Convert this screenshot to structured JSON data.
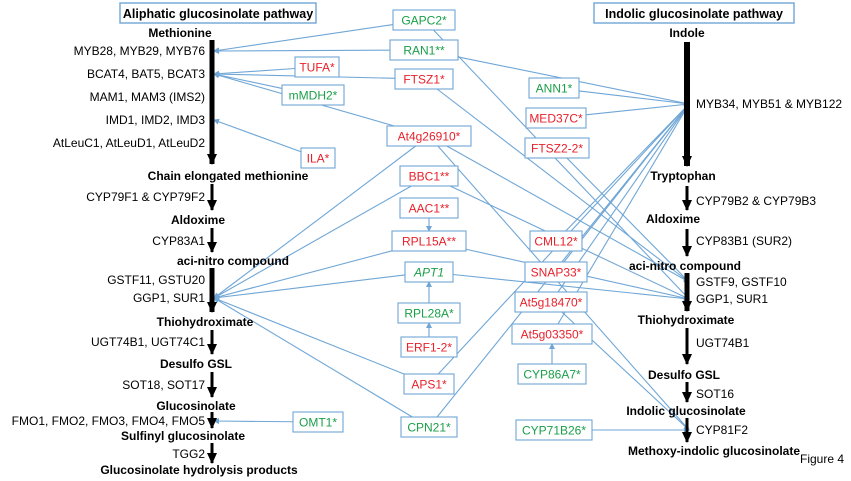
{
  "colors": {
    "line": "#6fa6d6",
    "pathway": "#000000",
    "gene_red": "#e8212b",
    "gene_green": "#1a9f48",
    "text": "#000000"
  },
  "figure_label": "Figure 4",
  "aliphatic": {
    "title": "Aliphatic glucosinolate pathway",
    "rows": [
      {
        "id": "methionine",
        "text": "Methionine",
        "bold": true
      },
      {
        "id": "myb",
        "text": "MYB28, MYB29, MYB76",
        "bold": false
      },
      {
        "id": "bcat",
        "text": "BCAT4, BAT5, BCAT3",
        "bold": false
      },
      {
        "id": "mam",
        "text": "MAM1, MAM3 (IMS2)",
        "bold": false
      },
      {
        "id": "imd",
        "text": "IMD1, IMD2, IMD3",
        "bold": false
      },
      {
        "id": "atleuc",
        "text": "AtLeuC1, AtLeuD1, AtLeuD2",
        "bold": false
      },
      {
        "id": "chain",
        "text": "Chain elongated methionine",
        "bold": true
      },
      {
        "id": "cyp79f",
        "text": "CYP79F1 & CYP79F2",
        "bold": false
      },
      {
        "id": "aldoxime",
        "text": "Aldoxime",
        "bold": true
      },
      {
        "id": "cyp83a1",
        "text": "CYP83A1",
        "bold": false
      },
      {
        "id": "acinitro",
        "text": "aci-nitro compound",
        "bold": true
      },
      {
        "id": "gstf11",
        "text": "GSTF11, GSTU20",
        "bold": false
      },
      {
        "id": "ggp1",
        "text": "GGP1, SUR1",
        "bold": false
      },
      {
        "id": "thiohydrox",
        "text": "Thiohydroximate",
        "bold": true
      },
      {
        "id": "ugt",
        "text": "UGT74B1, UGT74C1",
        "bold": false
      },
      {
        "id": "desulfo",
        "text": "Desulfo GSL",
        "bold": true
      },
      {
        "id": "sot",
        "text": "SOT18, SOT17",
        "bold": false
      },
      {
        "id": "glucosinolate",
        "text": "Glucosinolate",
        "bold": true
      },
      {
        "id": "fmo",
        "text": "FMO1, FMO2, FMO3, FMO4, FMO5",
        "bold": false
      },
      {
        "id": "sulfinyl",
        "text": "Sulfinyl glucosinolate",
        "bold": true
      },
      {
        "id": "tgg2",
        "text": "TGG2",
        "bold": false
      },
      {
        "id": "hydrolysis",
        "text": "Glucosinolate hydrolysis products",
        "bold": true
      }
    ]
  },
  "indolic": {
    "title": "Indolic glucosinolate pathway",
    "rows": [
      {
        "id": "indole",
        "text": "Indole",
        "bold": true
      },
      {
        "id": "myb34",
        "text": "MYB34, MYB51 & MYB122",
        "bold": false
      },
      {
        "id": "tryptophan",
        "text": "Tryptophan",
        "bold": true
      },
      {
        "id": "cyp79b",
        "text": "CYP79B2 & CYP79B3",
        "bold": false
      },
      {
        "id": "aldoxime",
        "text": "Aldoxime",
        "bold": true
      },
      {
        "id": "cyp83b1",
        "text": "CYP83B1 (SUR2)",
        "bold": false
      },
      {
        "id": "acinitro",
        "text": "aci-nitro compound",
        "bold": true
      },
      {
        "id": "gstf9",
        "text": "GSTF9, GSTF10",
        "bold": false
      },
      {
        "id": "ggp1",
        "text": "GGP1, SUR1",
        "bold": false
      },
      {
        "id": "thiohydrox",
        "text": "Thiohydroximate",
        "bold": true
      },
      {
        "id": "ugt74b1",
        "text": "UGT74B1",
        "bold": false
      },
      {
        "id": "desulfo",
        "text": "Desulfo GSL",
        "bold": true
      },
      {
        "id": "sot16",
        "text": "SOT16",
        "bold": false
      },
      {
        "id": "indolic_gsl",
        "text": "Indolic glucosinolate",
        "bold": true
      },
      {
        "id": "cyp81f2",
        "text": "CYP81F2",
        "bold": false
      },
      {
        "id": "methoxy",
        "text": "Methoxy-indolic glucosinolate",
        "bold": true
      }
    ]
  },
  "genes": [
    {
      "id": "gapc2",
      "label": "GAPC2*",
      "color": "green",
      "italic": false
    },
    {
      "id": "ran1",
      "label": "RAN1**",
      "color": "green",
      "italic": false
    },
    {
      "id": "tufa",
      "label": "TUFA*",
      "color": "red",
      "italic": false
    },
    {
      "id": "ftsz1",
      "label": "FTSZ1*",
      "color": "red",
      "italic": false
    },
    {
      "id": "mmdh2",
      "label": "mMDH2*",
      "color": "green",
      "italic": false
    },
    {
      "id": "ann1",
      "label": "ANN1*",
      "color": "green",
      "italic": false
    },
    {
      "id": "med37c",
      "label": "MED37C*",
      "color": "red",
      "italic": false
    },
    {
      "id": "at4g26910",
      "label": "At4g26910*",
      "color": "red",
      "italic": false
    },
    {
      "id": "ftsz22",
      "label": "FTSZ2-2*",
      "color": "red",
      "italic": false
    },
    {
      "id": "ila",
      "label": "ILA*",
      "color": "red",
      "italic": false
    },
    {
      "id": "bbc1",
      "label": "BBC1**",
      "color": "red",
      "italic": false
    },
    {
      "id": "aac1",
      "label": "AAC1**",
      "color": "red",
      "italic": false
    },
    {
      "id": "rpl15a",
      "label": "RPL15A**",
      "color": "red",
      "italic": false
    },
    {
      "id": "cml12",
      "label": "CML12*",
      "color": "red",
      "italic": false
    },
    {
      "id": "snap33",
      "label": "SNAP33*",
      "color": "red",
      "italic": false
    },
    {
      "id": "apt1",
      "label": "APT1",
      "color": "green",
      "italic": true
    },
    {
      "id": "at5g18470",
      "label": "At5g18470*",
      "color": "red",
      "italic": false
    },
    {
      "id": "rpl28a",
      "label": "RPL28A*",
      "color": "green",
      "italic": false
    },
    {
      "id": "at5g03350",
      "label": "At5g03350*",
      "color": "red",
      "italic": false
    },
    {
      "id": "erf12",
      "label": "ERF1-2*",
      "color": "red",
      "italic": false
    },
    {
      "id": "aps1",
      "label": "APS1*",
      "color": "red",
      "italic": false
    },
    {
      "id": "cyp86a7",
      "label": "CYP86A7*",
      "color": "green",
      "italic": false
    },
    {
      "id": "omt1",
      "label": "OMT1*",
      "color": "green",
      "italic": false
    },
    {
      "id": "cpn21",
      "label": "CPN21*",
      "color": "green",
      "italic": false
    },
    {
      "id": "cyp71b26",
      "label": "CYP71B26*",
      "color": "green",
      "italic": false
    }
  ],
  "links": [
    {
      "from": "gapc2",
      "to": "myb"
    },
    {
      "from": "gapc2",
      "to": "ggp1_i"
    },
    {
      "from": "ran1",
      "to": "myb"
    },
    {
      "from": "ran1",
      "to": "myb34"
    },
    {
      "from": "tufa",
      "to": "bcat"
    },
    {
      "from": "ftsz1",
      "to": "bcat"
    },
    {
      "from": "ftsz1",
      "to": "gstf9"
    },
    {
      "from": "mmdh2",
      "to": "bcat"
    },
    {
      "from": "ann1",
      "to": "myb34"
    },
    {
      "from": "at4g26910",
      "to": "bcat"
    },
    {
      "from": "at4g26910",
      "to": "ggp1_a"
    },
    {
      "from": "at4g26910",
      "to": "gstf9"
    },
    {
      "from": "at4g26910",
      "to": "cyp81f2"
    },
    {
      "from": "ila",
      "to": "imd"
    },
    {
      "from": "ftsz22",
      "to": "gstf9"
    },
    {
      "from": "bbc1",
      "to": "ggp1_a"
    },
    {
      "from": "bbc1",
      "to": "ggp1_i"
    },
    {
      "from": "aac1",
      "to": "rpl15a"
    },
    {
      "from": "rpl15a",
      "to": "ggp1_a"
    },
    {
      "from": "rpl15a",
      "to": "ggp1_i"
    },
    {
      "from": "cml12",
      "to": "myb34"
    },
    {
      "from": "snap33",
      "to": "myb34"
    },
    {
      "from": "apt1",
      "to": "ggp1_a"
    },
    {
      "from": "apt1",
      "to": "ggp1_i"
    },
    {
      "from": "rpl28a",
      "to": "apt1"
    },
    {
      "from": "erf12",
      "to": "rpl28a"
    },
    {
      "from": "at5g18470",
      "to": "myb34"
    },
    {
      "from": "at5g18470",
      "to": "cyp81f2"
    },
    {
      "from": "at5g03350",
      "to": "myb34"
    },
    {
      "from": "cyp86a7",
      "to": "at5g03350"
    },
    {
      "from": "aps1",
      "to": "ggp1_a"
    },
    {
      "from": "aps1",
      "to": "myb34"
    },
    {
      "from": "med37c",
      "to": "myb34"
    },
    {
      "from": "cpn21",
      "to": "ggp1_a"
    },
    {
      "from": "cpn21",
      "to": "myb34"
    },
    {
      "from": "omt1",
      "to": "fmo"
    },
    {
      "from": "cyp71b26",
      "to": "cyp81f2"
    }
  ]
}
